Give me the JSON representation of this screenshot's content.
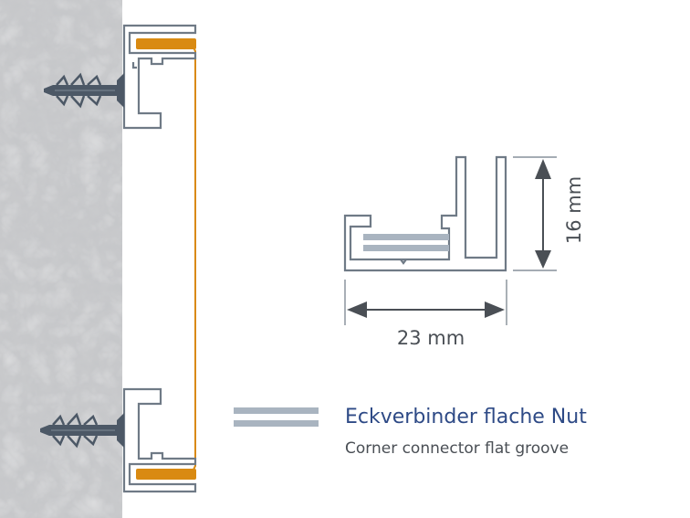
{
  "dimensions": {
    "width_label": "23 mm",
    "height_label": "16 mm"
  },
  "legend": {
    "title": "Eckverbinder flache Nut",
    "subtitle": "Corner connector flat groove"
  },
  "colors": {
    "profile_stroke": "#6f7a86",
    "connector_fill": "#a9b4c0",
    "panel_orange": "#d98a12",
    "wall": "#c9cacc",
    "screw": "#4c5866",
    "legend_title": "#2e4a86",
    "dimension": "#4a4f55"
  },
  "icons": {
    "wall": "textured-wall-icon",
    "screw": "wall-plug-screw-icon",
    "connector": "double-bar-connector-icon"
  }
}
